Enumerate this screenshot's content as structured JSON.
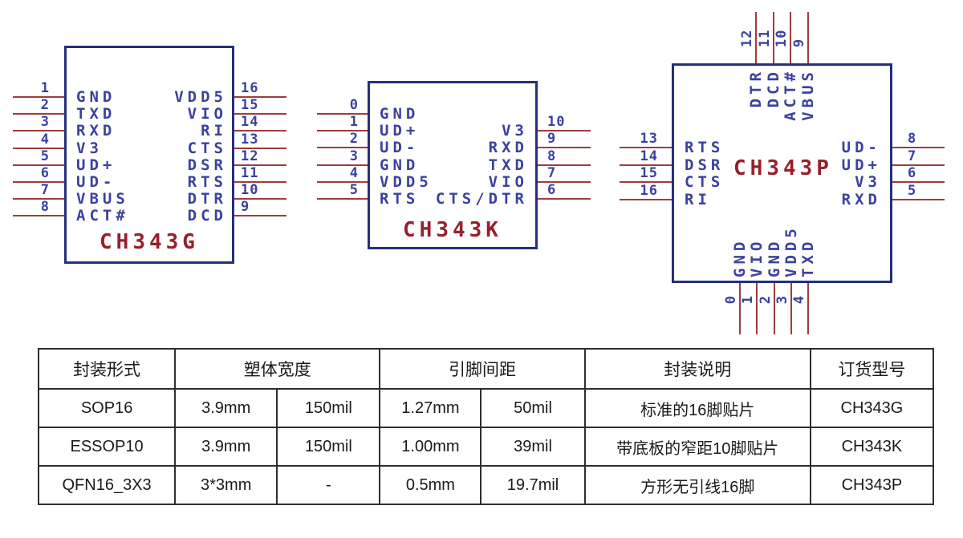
{
  "colors": {
    "chip_border": "#252f7d",
    "pin_text": "#3a41a1",
    "pin_line": "#9e3d3d",
    "chip_title": "#97202a",
    "table_border": "#2e2e2e",
    "table_text": "#1a1a1a",
    "background": "#ffffff"
  },
  "chips": [
    {
      "title": "CH343G",
      "left_pins": [
        {
          "num": "1",
          "label": "GND"
        },
        {
          "num": "2",
          "label": "TXD"
        },
        {
          "num": "3",
          "label": "RXD"
        },
        {
          "num": "4",
          "label": "V3"
        },
        {
          "num": "5",
          "label": "UD+"
        },
        {
          "num": "6",
          "label": "UD-"
        },
        {
          "num": "7",
          "label": "VBUS"
        },
        {
          "num": "8",
          "label": "ACT#"
        }
      ],
      "right_pins": [
        {
          "num": "16",
          "label": "VDD5"
        },
        {
          "num": "15",
          "label": "VIO"
        },
        {
          "num": "14",
          "label": "RI"
        },
        {
          "num": "13",
          "label": "CTS"
        },
        {
          "num": "12",
          "label": "DSR"
        },
        {
          "num": "11",
          "label": "RTS"
        },
        {
          "num": "10",
          "label": "DTR"
        },
        {
          "num": "9",
          "label": "DCD"
        }
      ]
    },
    {
      "title": "CH343K",
      "left_pins": [
        {
          "num": "0",
          "label": "GND"
        },
        {
          "num": "1",
          "label": "UD+"
        },
        {
          "num": "2",
          "label": "UD-"
        },
        {
          "num": "3",
          "label": "GND"
        },
        {
          "num": "4",
          "label": "VDD5"
        },
        {
          "num": "5",
          "label": "RTS"
        }
      ],
      "right_pins": [
        {
          "num": "10",
          "label": "V3"
        },
        {
          "num": "9",
          "label": "RXD"
        },
        {
          "num": "8",
          "label": "TXD"
        },
        {
          "num": "7",
          "label": "VIO"
        },
        {
          "num": "6",
          "label": "CTS/DTR"
        }
      ]
    },
    {
      "title": "CH343P",
      "top_pins": [
        {
          "num": "12",
          "label": "DTR"
        },
        {
          "num": "11",
          "label": "DCD"
        },
        {
          "num": "10",
          "label": "ACT#"
        },
        {
          "num": "9",
          "label": "VBUS"
        }
      ],
      "left_pins": [
        {
          "num": "13",
          "label": "RTS"
        },
        {
          "num": "14",
          "label": "DSR"
        },
        {
          "num": "15",
          "label": "CTS"
        },
        {
          "num": "16",
          "label": "RI"
        }
      ],
      "right_pins": [
        {
          "num": "8",
          "label": "UD-"
        },
        {
          "num": "7",
          "label": "UD+"
        },
        {
          "num": "6",
          "label": "V3"
        },
        {
          "num": "5",
          "label": "RXD"
        }
      ],
      "bottom_pins": [
        {
          "num": "0",
          "label": "GND"
        },
        {
          "num": "1",
          "label": "VIO"
        },
        {
          "num": "2",
          "label": "GND"
        },
        {
          "num": "3",
          "label": "VDD5"
        },
        {
          "num": "4",
          "label": "TXD"
        }
      ]
    }
  ],
  "table": {
    "headers": [
      {
        "label": "封装形式",
        "span": 1
      },
      {
        "label": "塑体宽度",
        "span": 2
      },
      {
        "label": "引脚间距",
        "span": 2
      },
      {
        "label": "封装说明",
        "span": 1
      },
      {
        "label": "订货型号",
        "span": 1
      }
    ],
    "rows": [
      [
        "SOP16",
        "3.9mm",
        "150mil",
        "1.27mm",
        "50mil",
        "标准的16脚贴片",
        "CH343G"
      ],
      [
        "ESSOP10",
        "3.9mm",
        "150mil",
        "1.00mm",
        "39mil",
        "带底板的窄距10脚贴片",
        "CH343K"
      ],
      [
        "QFN16_3X3",
        "3*3mm",
        "-",
        "0.5mm",
        "19.7mil",
        "方形无引线16脚",
        "CH343P"
      ]
    ]
  }
}
